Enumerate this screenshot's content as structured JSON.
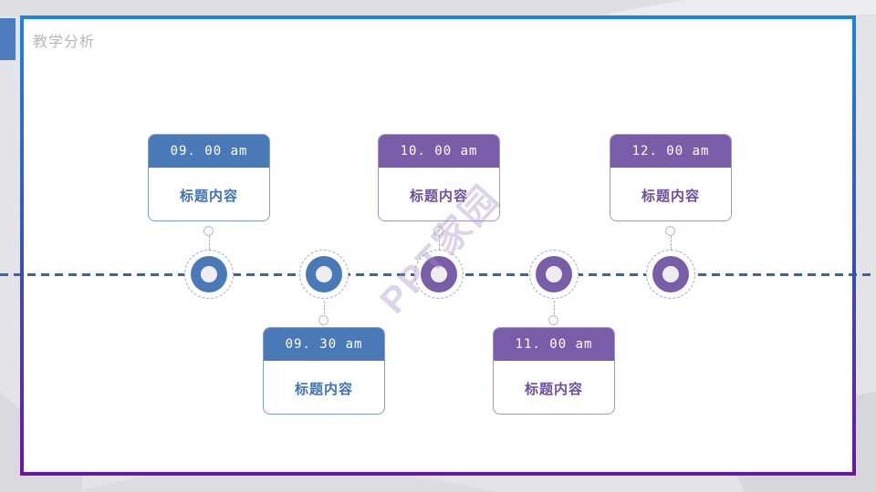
{
  "slide": {
    "title": "教学分析",
    "watermark": "PPT家园"
  },
  "timeline": {
    "events": [
      {
        "time": "09. 00 am",
        "label": "标题内容",
        "theme": "blue",
        "side": "top"
      },
      {
        "time": "09. 30 am",
        "label": "标题内容",
        "theme": "blue",
        "side": "bottom"
      },
      {
        "time": "10. 00 am",
        "label": "标题内容",
        "theme": "purple",
        "side": "top"
      },
      {
        "time": "11. 00 am",
        "label": "标题内容",
        "theme": "purple",
        "side": "bottom"
      },
      {
        "time": "12. 00 am",
        "label": "标题内容",
        "theme": "purple",
        "side": "top"
      }
    ]
  },
  "colors": {
    "accent_blue": "#4a79b8",
    "accent_purple": "#7a5da8",
    "frame_gradient_top": "#1a86d9",
    "frame_gradient_bottom": "#6c15aa",
    "timeline_dash": "#46628d",
    "title_gray": "#b3b7bf",
    "side_tab_blue": "#4d7cbe"
  }
}
